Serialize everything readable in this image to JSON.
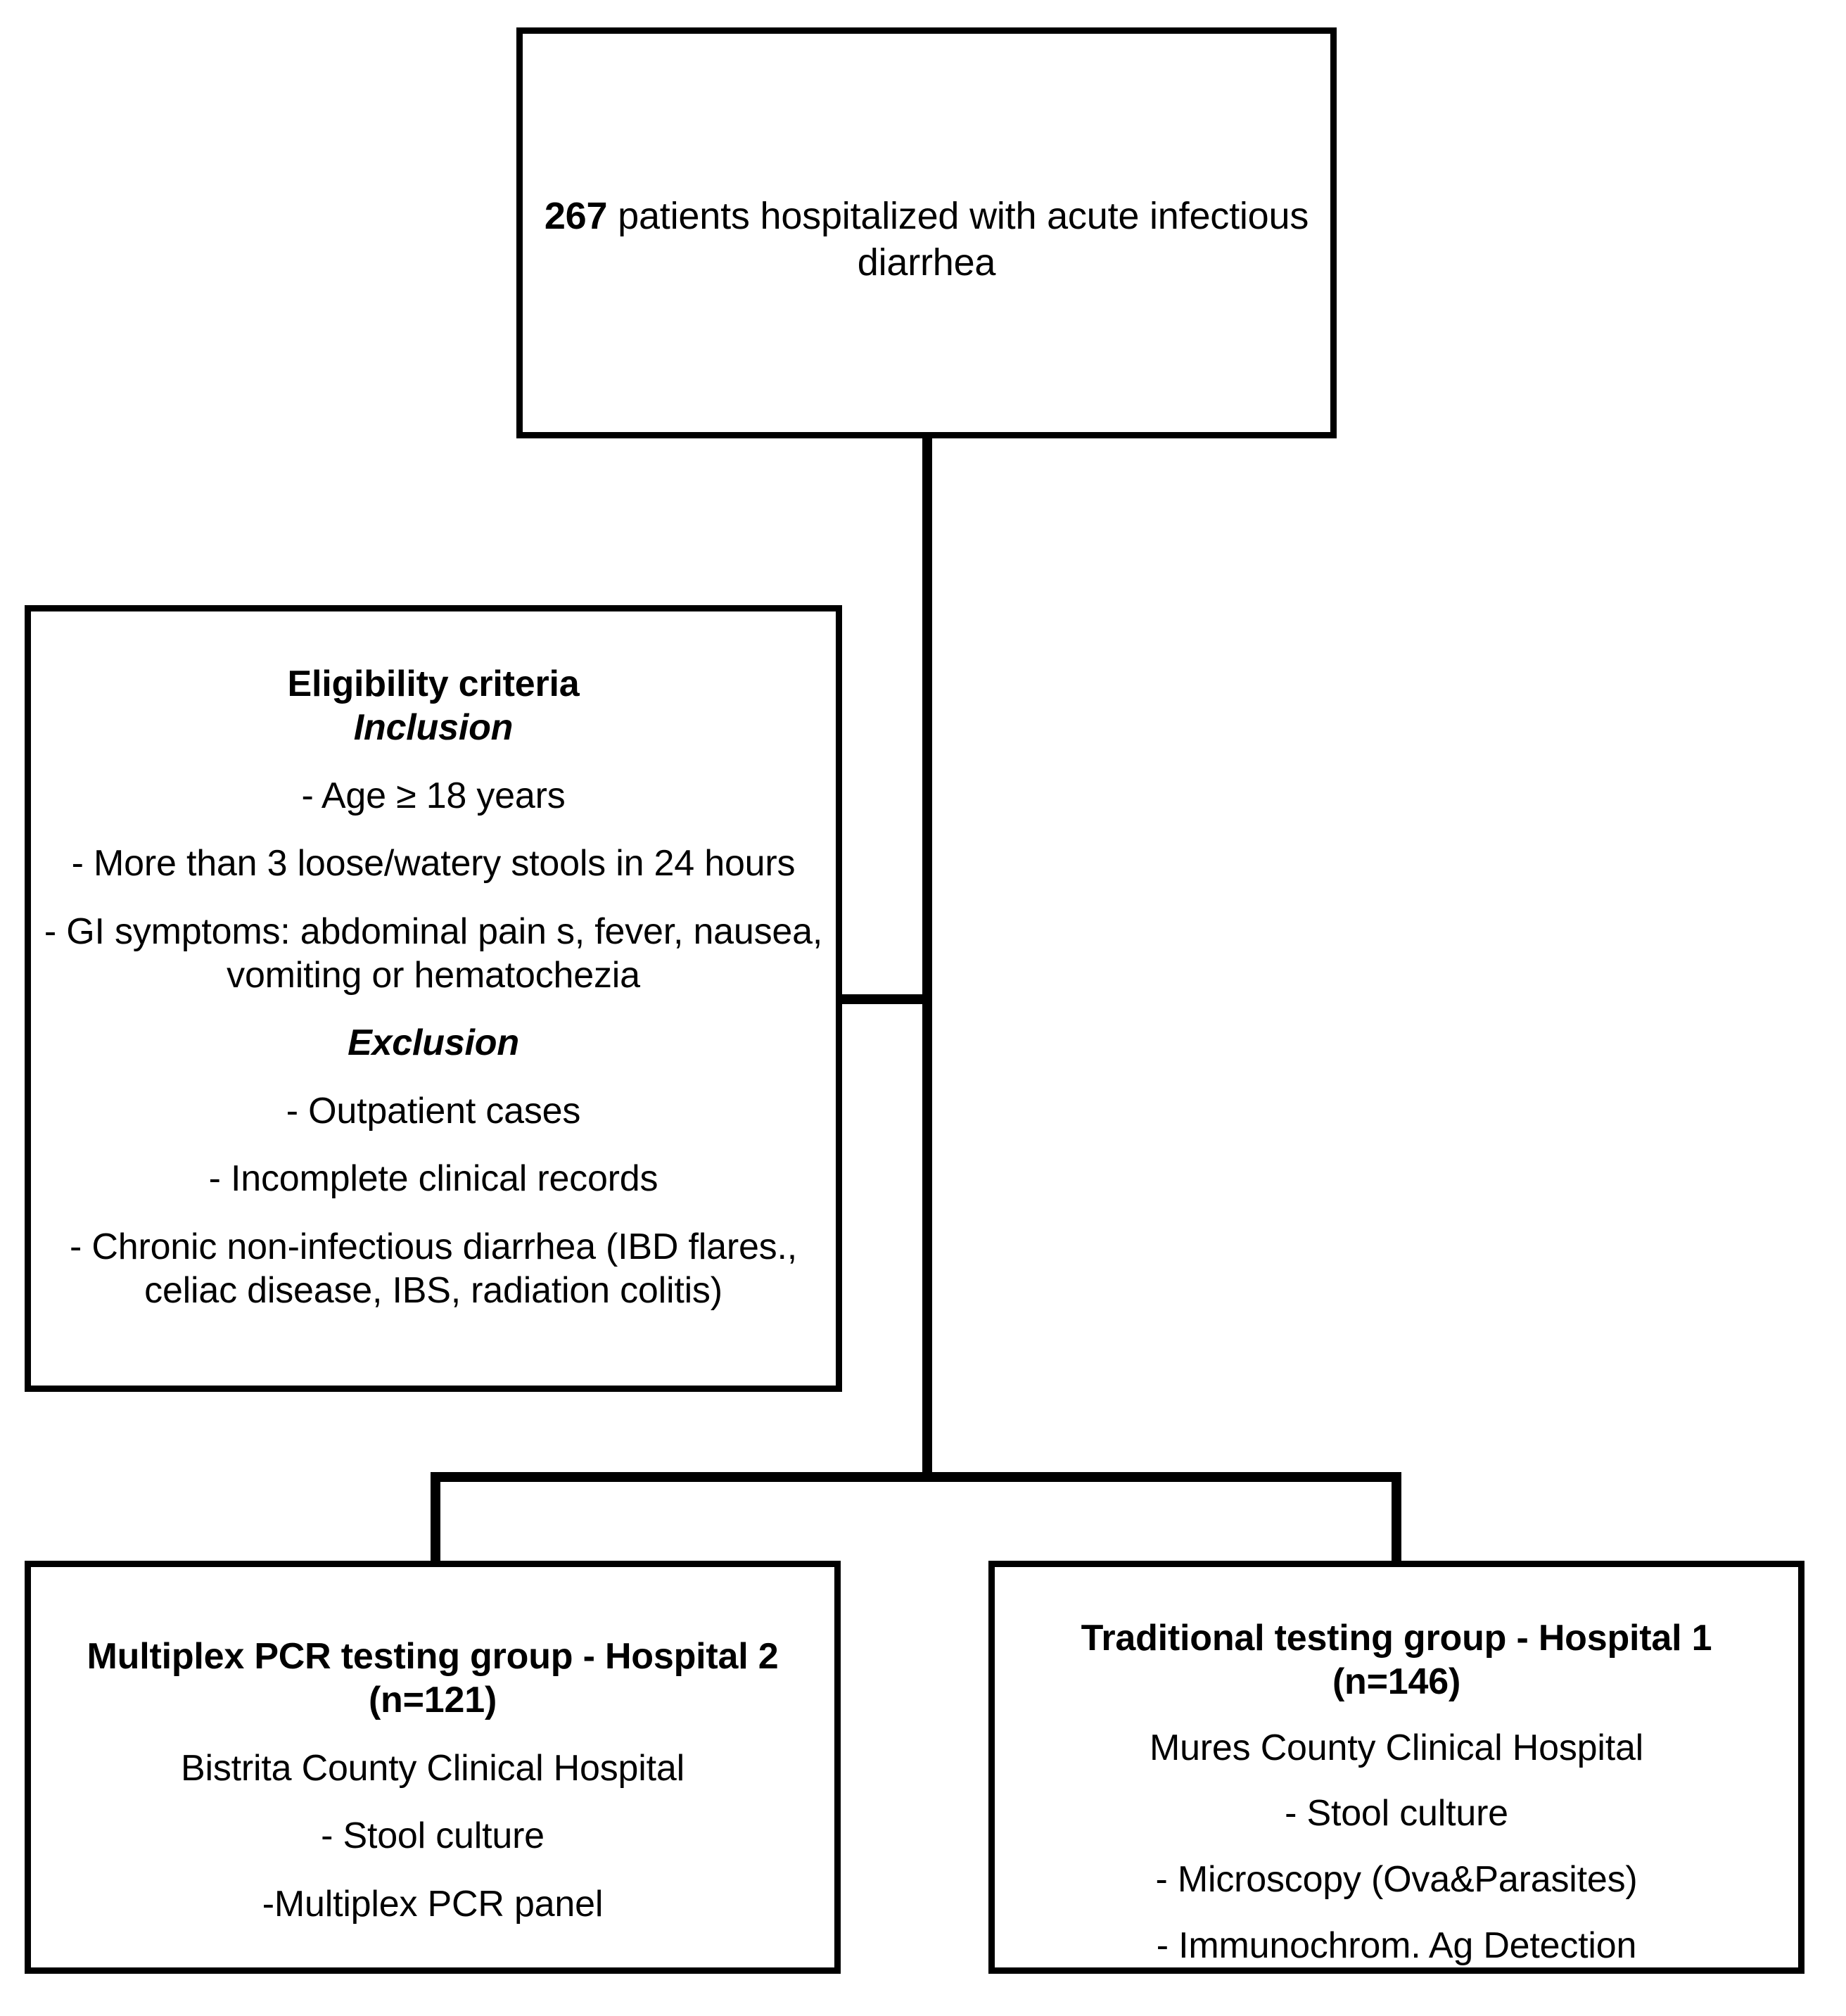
{
  "figure": {
    "type": "flowchart",
    "orientation": "top-down",
    "background_color": "#ffffff",
    "line_color": "#000000",
    "text_color": "#000000"
  },
  "nodes": {
    "enrollment": {
      "id": "enrollment-box",
      "count_bold": "267",
      "text_rest": " patients hospitalized with acute infectious diarrhea",
      "full_text": "267 patients hospitalized with acute infectious diarrhea"
    },
    "eligibility": {
      "id": "eligibility-box",
      "heading": "Eligibility criteria",
      "inclusion_heading": "Inclusion",
      "inclusion_items": [
        "- Age ≥ 18 years",
        "- More than 3 loose/watery stools in 24 hours",
        "- GI symptoms: abdominal pain s, fever, nausea, vomiting or hematochezia"
      ],
      "exclusion_heading": "Exclusion",
      "exclusion_items": [
        "- Outpatient cases",
        "- Incomplete clinical records",
        "- Chronic non-infectious diarrhea (IBD flares., celiac disease, IBS, radiation colitis)"
      ]
    },
    "pcr_group": {
      "id": "multiplex-pcr-group-box",
      "title": "Multiplex PCR testing group - Hospital 2 (n=121)",
      "n": "121",
      "hospital": "Bistrita County Clinical Hospital",
      "methods": [
        "- Stool culture",
        "-Multiplex PCR panel"
      ]
    },
    "traditional_group": {
      "id": "traditional-testing-group-box",
      "title": "Traditional testing group - Hospital 1 (n=146)",
      "n": "146",
      "hospital": "Mures County Clinical Hospital",
      "methods": [
        "- Stool culture",
        "- Microscopy (Ova&Parasites)",
        "- Immunochrom. Ag Detection"
      ]
    }
  },
  "connectors": [
    {
      "name": "enrollment-to-split",
      "kind": "vertical"
    },
    {
      "name": "eligibility-to-spine",
      "kind": "horizontal"
    },
    {
      "name": "split-bar",
      "kind": "horizontal"
    },
    {
      "name": "split-drop-left",
      "kind": "vertical"
    },
    {
      "name": "split-drop-right",
      "kind": "vertical"
    }
  ]
}
